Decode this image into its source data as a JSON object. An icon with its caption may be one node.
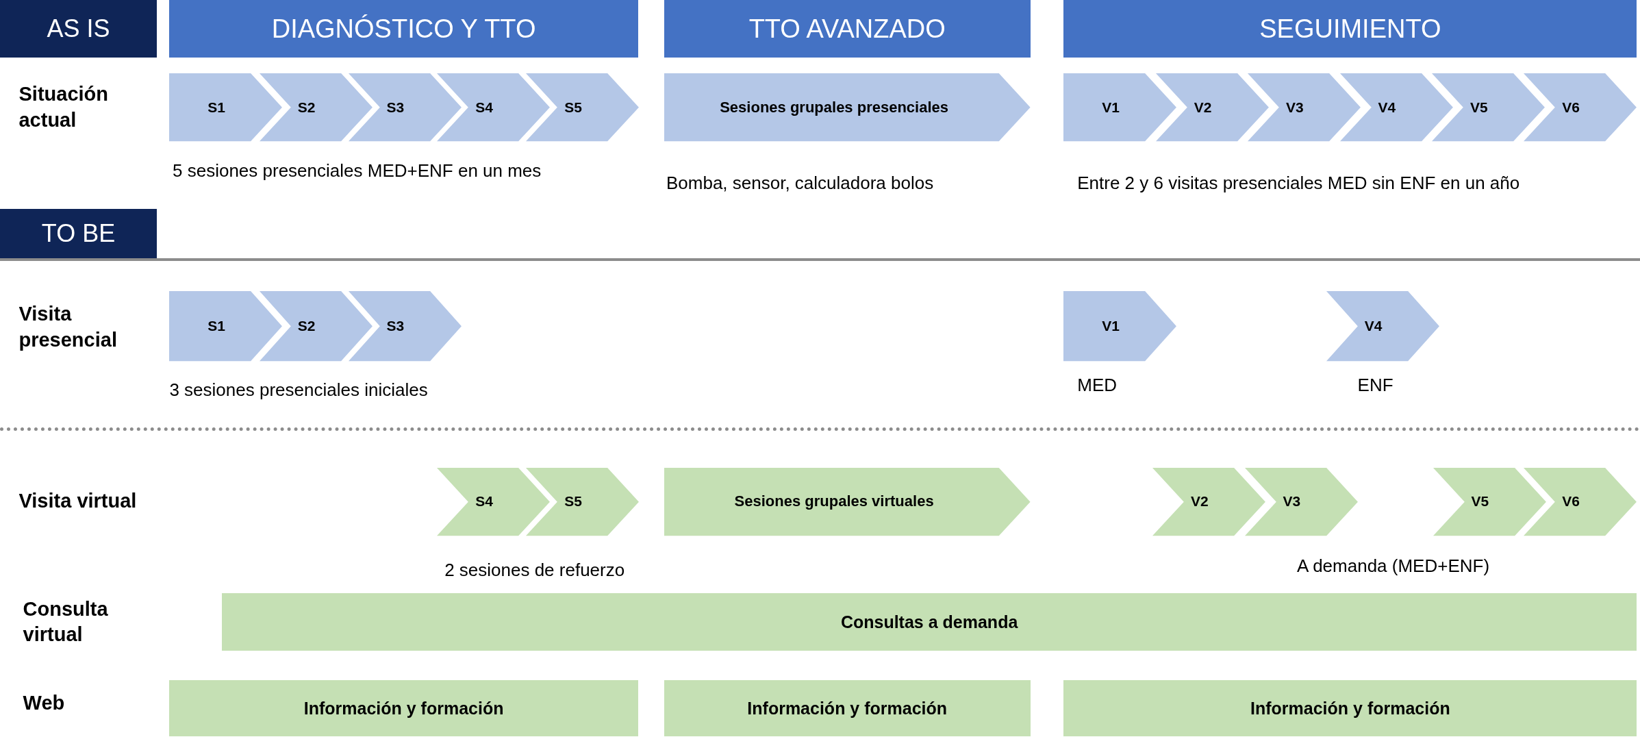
{
  "diagram": {
    "nodes": [
      {
        "text": [
          "AS IS"
        ]
      },
      {
        "text": [
          "DIAGNÓSTICO Y TTO"
        ]
      },
      {
        "text": [
          "TTO AVANZADO"
        ]
      },
      {
        "text": [
          "SEGUIMIENTO"
        ]
      },
      {
        "text": [
          "S1"
        ]
      },
      {
        "text": [
          "S2"
        ]
      },
      {
        "text": [
          "S3"
        ]
      },
      {
        "text": [
          "S4"
        ]
      },
      {
        "text": [
          "S5"
        ]
      },
      {
        "text": [
          "Sesiones grupales presenciales"
        ]
      },
      {
        "text": [
          "V1"
        ]
      },
      {
        "text": [
          "V2"
        ]
      },
      {
        "text": [
          "V3"
        ]
      },
      {
        "text": [
          "V4"
        ]
      },
      {
        "text": [
          "V5"
        ]
      },
      {
        "text": [
          "V6"
        ]
      },
      {
        "text": [
          "TO BE"
        ]
      },
      {
        "text": [
          "S1"
        ]
      },
      {
        "text": [
          "S2"
        ]
      },
      {
        "text": [
          "S3"
        ]
      },
      {
        "text": [
          "V1"
        ]
      },
      {
        "text": [
          "V4"
        ]
      },
      {
        "text": [
          "S4"
        ]
      },
      {
        "text": [
          "S5"
        ]
      },
      {
        "text": [
          "Sesiones grupales virtuales"
        ]
      },
      {
        "text": [
          "V2"
        ]
      },
      {
        "text": [
          "V3"
        ]
      },
      {
        "text": [
          "V5"
        ]
      },
      {
        "text": [
          "V6"
        ]
      },
      {
        "text": [
          "Consultas a demanda"
        ]
      },
      {
        "text": [
          "Información y formación"
        ]
      },
      {
        "text": [
          "Información y formación"
        ]
      },
      {
        "text": [
          "Información y formación"
        ]
      }
    ],
    "labels": [
      "Situación actual",
      "5 sesiones presenciales MED+ENF en un mes",
      "Bomba, sensor, calculadora bolos",
      "Entre 2 y 6 visitas presenciales MED sin ENF en un año",
      "Visita presencial",
      "3 sesiones presenciales iniciales",
      "MED",
      "ENF",
      "Visita virtual",
      "2 sesiones de refuerzo",
      "A demanda (MED+ENF)",
      "Consulta virtual",
      "Web"
    ]
  }
}
